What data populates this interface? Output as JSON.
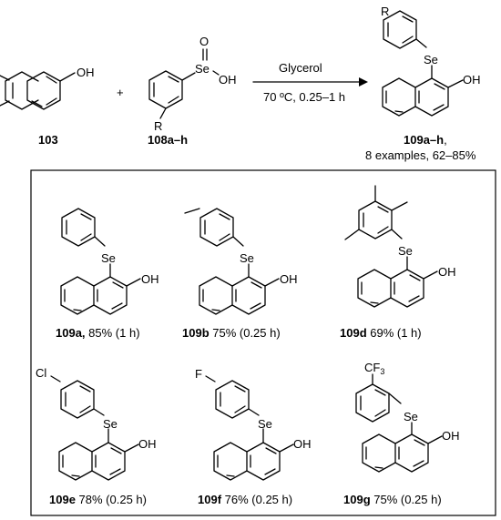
{
  "reaction": {
    "reagent_1": {
      "id": "103",
      "substituent": "OH"
    },
    "reagent_2": {
      "id": "108a–h",
      "seleninic_o": "O",
      "seleninic_se": "Se",
      "seleninic_oh": "OH",
      "r_group": "R"
    },
    "plus": "+",
    "arrow_above": "Glycerol",
    "arrow_below": "70 ºC, 0.25–1 h",
    "product": {
      "id": "109a–h",
      "id_suffix": ",",
      "summary": "8 examples, 62–85%",
      "r_group": "R",
      "se": "Se",
      "oh": "OH"
    }
  },
  "examples": [
    {
      "id": "109a",
      "sep": ",",
      "rest": " 85% (1 h)",
      "se": "Se",
      "oh": "OH"
    },
    {
      "id": "109b",
      "sep": ",",
      "rest": " 75% (0.25 h)",
      "se": "Se",
      "oh": "OH"
    },
    {
      "id": "109d",
      "sep": ",",
      "rest": " 69% (1 h)",
      "se": "Se",
      "oh": "OH"
    },
    {
      "id": "109e",
      "sep": ",",
      "rest": " 78% (0.25 h)",
      "se": "Se",
      "oh": "OH",
      "substituent": "Cl"
    },
    {
      "id": "109f",
      "sep": ",",
      "rest": " 76% (0.25 h)",
      "se": "Se",
      "oh": "OH",
      "substituent": "F"
    },
    {
      "id": "109g",
      "sep": ",",
      "rest": " 75% (0.25 h)",
      "se": "Se",
      "oh": "OH",
      "substituent": "CF",
      "substituent_sub": "3"
    }
  ]
}
